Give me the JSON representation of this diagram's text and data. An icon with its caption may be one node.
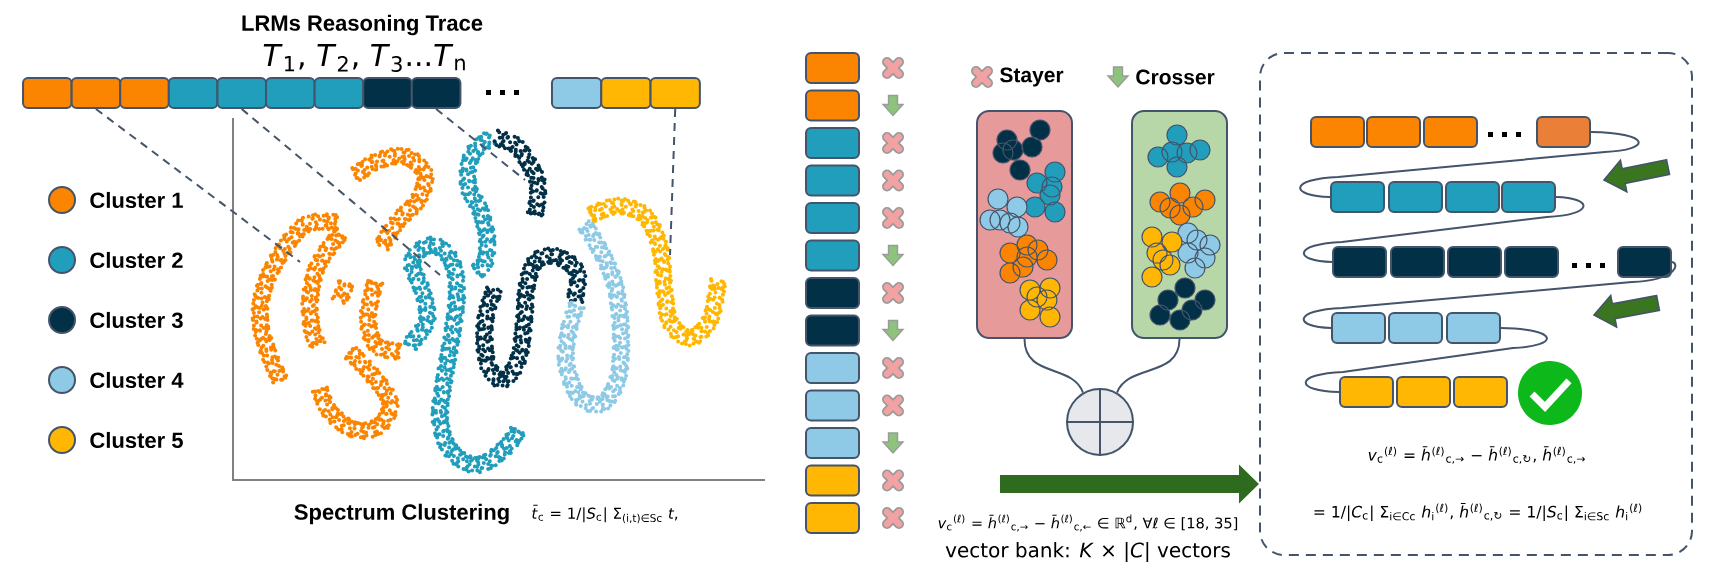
{
  "diagram": {
    "nodes": [
      {
        "text": [],
        "shape": "box"
      },
      {
        "text": [],
        "shape": "box"
      },
      {
        "text": [],
        "shape": "box"
      },
      {
        "text": [],
        "shape": "box"
      },
      {
        "text": [],
        "shape": "box"
      },
      {
        "text": [],
        "shape": "box"
      },
      {
        "text": [],
        "shape": "box"
      },
      {
        "text": [],
        "shape": "box"
      },
      {
        "text": [],
        "shape": "box"
      },
      {
        "text": [],
        "shape": "box"
      },
      {
        "text": [],
        "shape": "box"
      },
      {
        "text": [],
        "shape": "box"
      },
      {
        "text": [],
        "shape": "picture"
      },
      {
        "text": [],
        "shape": "picture"
      },
      {
        "text": [],
        "shape": "picture"
      },
      {
        "text": [],
        "shape": "picture"
      },
      {
        "text": [],
        "shape": "picture"
      },
      {
        "text": [],
        "shape": "box"
      },
      {
        "text": [],
        "shape": "box"
      },
      {
        "text": [],
        "shape": "box"
      },
      {
        "text": [],
        "shape": "box"
      },
      {
        "text": [],
        "shape": "box"
      },
      {
        "text": [],
        "shape": "box"
      },
      {
        "text": [],
        "shape": "box"
      },
      {
        "text": [],
        "shape": "box"
      },
      {
        "text": [],
        "shape": "box"
      },
      {
        "text": [],
        "shape": "box"
      },
      {
        "text": [],
        "shape": "box"
      },
      {
        "text": [],
        "shape": "box"
      },
      {
        "text": [],
        "shape": "box"
      },
      {
        "text": [],
        "shape": "box"
      },
      {
        "text": [],
        "shape": "box"
      },
      {
        "text": [],
        "shape": "circle"
      },
      {
        "text": [
          "*v*$_{c}$$^{(ℓ)}$ = *h̄*$^{(ℓ)}$$_{c,→}$ − *h̄*$^{(ℓ)}$$_{c,↻}$, *h̄*$^{(ℓ)}$$_{c,→}$",
          "= 1/|*C*$_{c}$| Σ$_{i∈Cc}$ *h*$_{i}$$^{(ℓ)}$, *h̄*$^{(ℓ)}$$_{c,↻}$ = 1/|*S*$_{c}$| Σ$_{i∈Sc}$ *h*$_{i}$$^{(ℓ)}$"
        ]
      },
      {
        "text": [],
        "shape": "box",
        "in": 33
      },
      {
        "text": [],
        "shape": "box",
        "in": 33
      },
      {
        "text": [],
        "shape": "box",
        "in": 33
      },
      {
        "text": [],
        "shape": "box",
        "in": 33
      },
      {
        "text": [],
        "shape": "box",
        "in": 33
      },
      {
        "text": [],
        "shape": "box",
        "in": 33
      },
      {
        "text": [],
        "shape": "box",
        "in": 33
      },
      {
        "text": [],
        "shape": "box",
        "in": 33
      },
      {
        "text": [],
        "shape": "box",
        "in": 33
      },
      {
        "text": [],
        "shape": "box",
        "in": 33
      },
      {
        "text": [],
        "shape": "box",
        "in": 33
      },
      {
        "text": [],
        "shape": "box",
        "in": 33
      },
      {
        "text": [],
        "shape": "box",
        "in": 33
      },
      {
        "text": [],
        "shape": "box",
        "in": 33
      },
      {
        "text": [],
        "shape": "box",
        "in": 33
      },
      {
        "text": [],
        "shape": "box",
        "in": 33
      },
      {
        "text": [],
        "shape": "box",
        "in": 33
      },
      {
        "text": [],
        "shape": "box",
        "in": 33
      },
      {
        "text": [],
        "shape": "box",
        "in": 33
      }
    ],
    "edges": [
      {
        "from": 1,
        "to": 12,
        "arrow": "none",
        "style": "dashed"
      },
      {
        "from": 4,
        "to": 13,
        "arrow": "none",
        "style": "dashed"
      },
      {
        "from": 8,
        "to": 14,
        "arrow": "none",
        "style": "dashed"
      },
      {
        "from": 11,
        "to": 16,
        "arrow": "none",
        "style": "dashed"
      },
      {
        "from": 30,
        "to": 32,
        "arrow": "none"
      },
      {
        "from": 31,
        "to": 32,
        "arrow": "none"
      },
      {
        "from": 37,
        "to": 38,
        "arrow": "none"
      },
      {
        "from": 41,
        "to": 42,
        "arrow": "none"
      },
      {
        "from": 46,
        "to": 47,
        "arrow": "none"
      },
      {
        "from": 49,
        "to": 50,
        "arrow": "none"
      },
      {
        "from": null,
        "to": 33,
        "arrow": "to",
        "style": "thick",
        "color": "#2f6b1e"
      }
    ],
    "labels": [
      "LRMs Reasoning Trace",
      "*T*$_{1}$, *T*$_{2}$, *T*$_{3}$...*T*$_{n}$",
      "Spectrum Clustering",
      "*t̄*$_{c}$ = 1/|*S*$_{c}$| Σ$_{(i,t)∈Sc}$ *t*,",
      "*v*$_{c}$$^{(ℓ)}$ = *h̄*$^{(ℓ)}$$_{c,→}$ − *h̄*$^{(ℓ)}$$_{c,←}$ ∈ ℝ$^{d}$, ∀ℓ ∈ [18, 35]",
      "vector bank: *K* × |*C*| vectors"
    ],
    "legend": [
      {
        "text": "Cluster 1",
        "color": "#fb8500"
      },
      {
        "text": "Cluster 2",
        "color": "#219ebc"
      },
      {
        "text": "Cluster 3",
        "color": "#023047"
      },
      {
        "text": "Cluster 4",
        "color": "#8ecae6"
      },
      {
        "text": "Cluster 5",
        "color": "#ffb703"
      },
      {
        "text": "Stayer"
      },
      {
        "text": "Crosser"
      }
    ]
  }
}
